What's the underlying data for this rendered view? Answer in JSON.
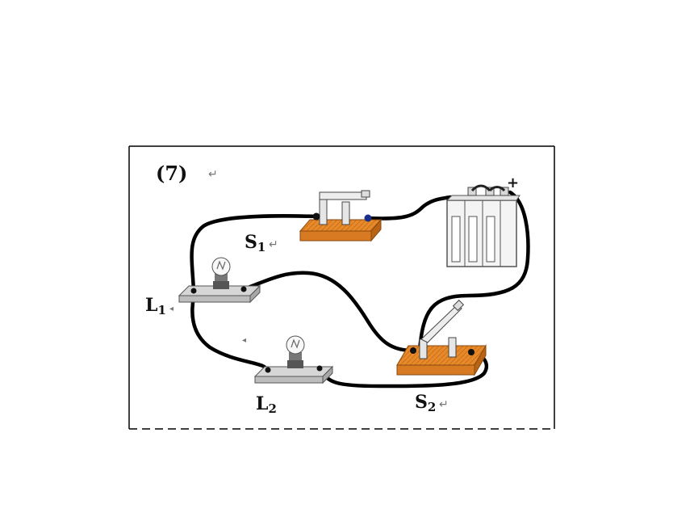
{
  "figure": {
    "number_label": "(7)",
    "return_mark": "↵",
    "small_mark": "◂",
    "switch_1": {
      "label": "S",
      "sub": "1"
    },
    "switch_2": {
      "label": "S",
      "sub": "2"
    },
    "lamp_1": {
      "label": "L",
      "sub": "1"
    },
    "lamp_2": {
      "label": "L",
      "sub": "2"
    },
    "battery_polarity": {
      "positive": "+",
      "negative": "−"
    }
  },
  "colors": {
    "wire": "#000000",
    "switch_base": "#e8892a",
    "switch_base_dark": "#b85f10",
    "lamp_base": "#c9c9c9",
    "battery_body": "#f4f4f4",
    "battery_cell": "#dcdcdc",
    "frame_border": "#000000"
  }
}
